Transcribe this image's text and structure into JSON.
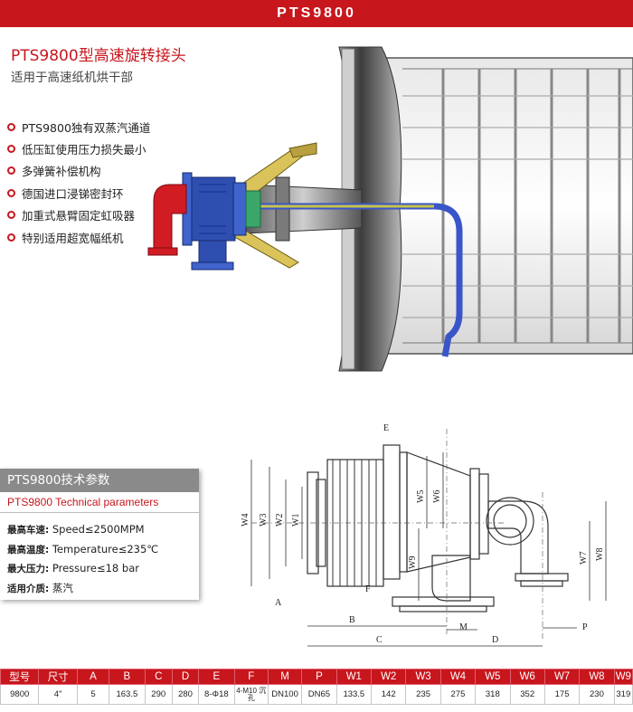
{
  "banner": {
    "title": "PTS9800"
  },
  "product": {
    "title": "PTS9800型高速旋转接头",
    "subtitle": "适用于高速纸机烘干部"
  },
  "features": [
    "PTS9800独有双蒸汽通道",
    "低压缸使用压力损失最小",
    "多弹簧补偿机构",
    "德国进口浸锑密封环",
    "加重式悬臂固定虹吸器",
    "特别适用超宽幅纸机"
  ],
  "specs": {
    "heading": "PTS9800技术参数",
    "heading_en": "PTS9800 Technical parameters",
    "rows": [
      {
        "key": "最高车速:",
        "value": "Speed≤2500MPM"
      },
      {
        "key": "最高温度:",
        "value": "Temperature≤235℃"
      },
      {
        "key": "最大压力:",
        "value": "Pressure≤18 bar"
      },
      {
        "key": "适用介质:",
        "value": "蒸汽"
      }
    ]
  },
  "drawing": {
    "labels": {
      "E": "E",
      "F": "F",
      "A": "A",
      "B": "B",
      "C": "C",
      "D": "D",
      "M": "M",
      "P": "P",
      "W1": "W1",
      "W2": "W2",
      "W3": "W3",
      "W4": "W4",
      "W5": "W5",
      "W6": "W6",
      "W7": "W7",
      "W8": "W8",
      "W9": "W9"
    }
  },
  "table": {
    "headers": [
      "型号",
      "尺寸",
      "A",
      "B",
      "C",
      "D",
      "E",
      "F",
      "M",
      "P",
      "W1",
      "W2",
      "W3",
      "W4",
      "W5",
      "W6",
      "W7",
      "W8",
      "W9"
    ],
    "row": [
      "9800",
      "4\"",
      "5",
      "163.5",
      "290",
      "280",
      "8-Φ18",
      "4-M10 沉孔",
      "DN100",
      "DN65",
      "133.5",
      "142",
      "235",
      "275",
      "318",
      "352",
      "175",
      "230",
      "319"
    ]
  },
  "colors": {
    "accent": "#c8161d",
    "spec_header": "#8a8a8a",
    "flange_blue": "#2f4fb0",
    "arm_yellow": "#d9c35a",
    "seal_green": "#3aa66a"
  }
}
